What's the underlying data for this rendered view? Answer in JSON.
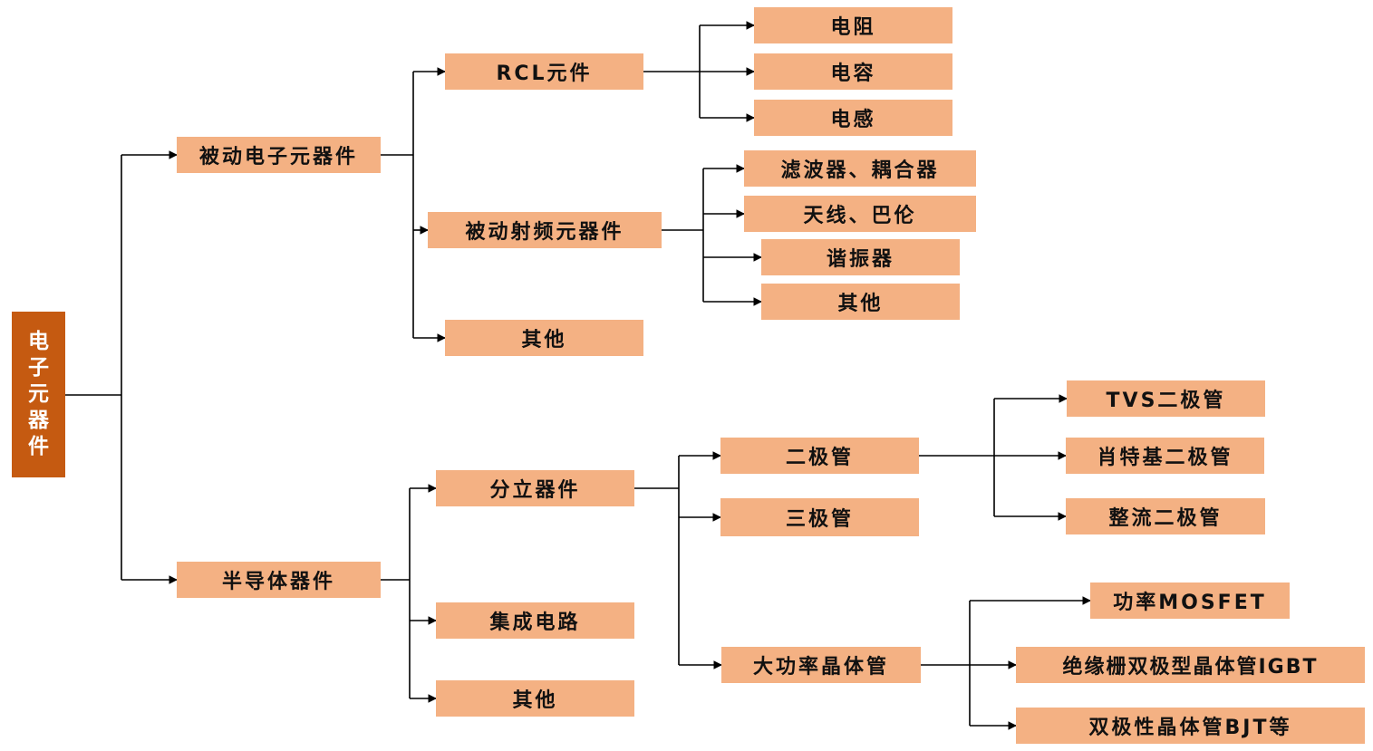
{
  "colors": {
    "root_fill": "#c55a11",
    "node_fill": "#f4b183",
    "line": "#000000",
    "root_text": "#ffffff",
    "node_text": "#111111"
  },
  "root": {
    "label": "电子元器件"
  },
  "passive": {
    "label": "被动电子元器件",
    "rcl": {
      "label": "RCL元件",
      "resistor": "电阻",
      "capacitor": "电容",
      "inductor": "电感"
    },
    "rf": {
      "label": "被动射频元器件",
      "filter": "滤波器、耦合器",
      "antenna": "天线、巴伦",
      "resonator": "谐振器",
      "other": "其他"
    },
    "other": "其他"
  },
  "semi": {
    "label": "半导体器件",
    "discrete": {
      "label": "分立器件",
      "diode": {
        "label": "二极管",
        "tvs": "TVS二极管",
        "schottky": "肖特基二极管",
        "rectifier": "整流二极管"
      },
      "triode": "三极管",
      "power": {
        "label": "大功率晶体管",
        "mosfet": "功率MOSFET",
        "igbt": "绝缘栅双极型晶体管IGBT",
        "bjt": "双极性晶体管BJT等"
      }
    },
    "ic": "集成电路",
    "other": "其他"
  }
}
